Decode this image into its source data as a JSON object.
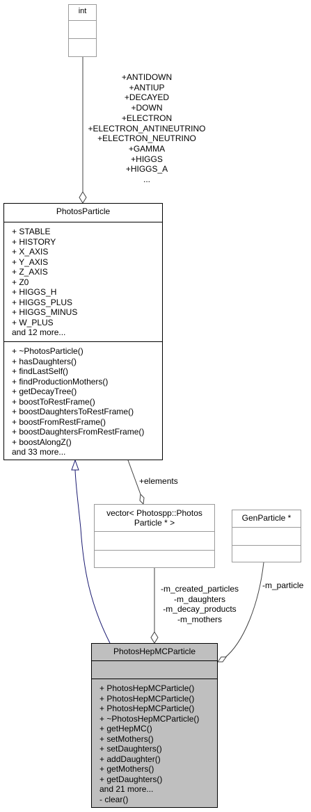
{
  "classes": {
    "int": {
      "name": "int"
    },
    "photos_particle": {
      "name": "PhotosParticle",
      "attributes": [
        "+ STABLE",
        "+ HISTORY",
        "+ X_AXIS",
        "+ Y_AXIS",
        "+ Z_AXIS",
        "+ Z0",
        "+ HIGGS_H",
        "+ HIGGS_PLUS",
        "+ HIGGS_MINUS",
        "+ W_PLUS",
        "and 12 more..."
      ],
      "methods": [
        "+ ~PhotosParticle()",
        "+ hasDaughters()",
        "+ findLastSelf()",
        "+ findProductionMothers()",
        "+ getDecayTree()",
        "+ boostToRestFrame()",
        "+ boostDaughtersToRestFrame()",
        "+ boostFromRestFrame()",
        "+ boostDaughtersFromRestFrame()",
        "+ boostAlongZ()",
        "and 33 more..."
      ]
    },
    "vector": {
      "name_line1": "vector< Photospp::Photos",
      "name_line2": "Particle * >"
    },
    "gen_particle": {
      "name": "GenParticle *"
    },
    "photos_hepmc_particle": {
      "name": "PhotosHepMCParticle",
      "methods": [
        "+ PhotosHepMCParticle()",
        "+ PhotosHepMCParticle()",
        "+ PhotosHepMCParticle()",
        "+ ~PhotosHepMCParticle()",
        "+ getHepMC()",
        "+ setMothers()",
        "+ setDaughters()",
        "+ addDaughter()",
        "+ getMothers()",
        "+ getDaughters()",
        "and 21 more...",
        "- clear()"
      ]
    }
  },
  "edge_labels": {
    "int_to_particle": [
      "+ANTIDOWN",
      "+ANTIUP",
      "+DECAYED",
      "+DOWN",
      "+ELECTRON",
      "+ELECTRON_ANTINEUTRINO",
      "+ELECTRON_NEUTRINO",
      "+GAMMA",
      "+HIGGS",
      "+HIGGS_A",
      "..."
    ],
    "particle_to_vector": [
      "+elements"
    ],
    "vector_to_hepmc": [
      "-m_created_particles",
      "-m_daughters",
      "-m_decay_products",
      "-m_mothers"
    ],
    "gen_to_hepmc": [
      "-m_particle"
    ]
  },
  "colors": {
    "inheritance_edge": "#191970",
    "association_edge": "#404040",
    "focus_fill": "#bfbfbf",
    "gray_border": "#9a9a9a"
  }
}
